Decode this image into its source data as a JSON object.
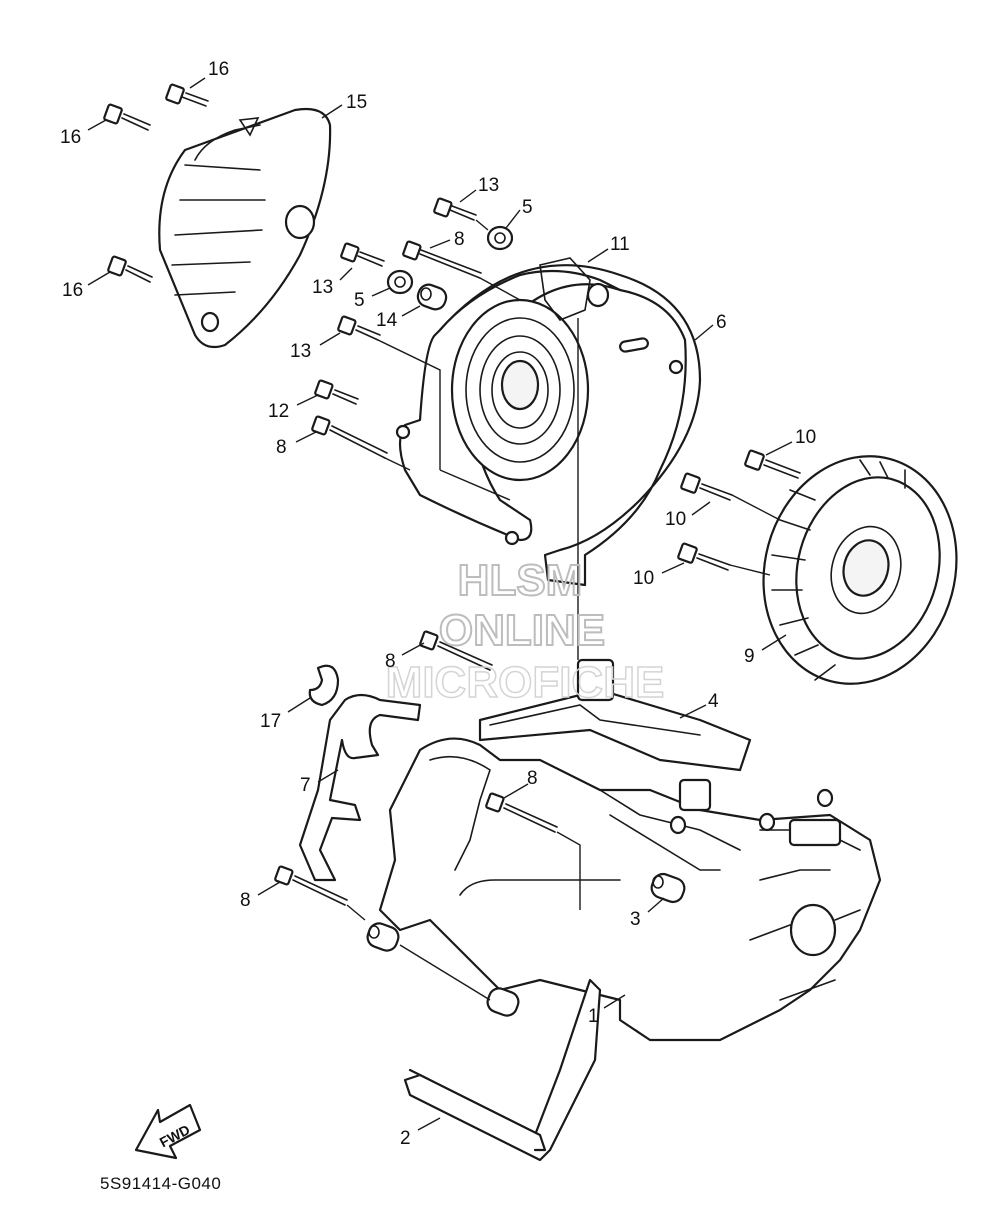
{
  "watermark": {
    "line1": "HLSM",
    "line2": "ONLINE",
    "line3": "MICROFICHE"
  },
  "diagram_code": "5S91414-G040",
  "direction_label": "FWD",
  "callouts": {
    "c1": "1",
    "c2": "2",
    "c3": "3",
    "c4": "4",
    "c5a": "5",
    "c5b": "5",
    "c6": "6",
    "c7": "7",
    "c8a": "8",
    "c8b": "8",
    "c8c": "8",
    "c8d": "8",
    "c8e": "8",
    "c9": "9",
    "c10a": "10",
    "c10b": "10",
    "c10c": "10",
    "c11": "11",
    "c12": "12",
    "c13a": "13",
    "c13b": "13",
    "c13c": "13",
    "c14": "14",
    "c15": "15",
    "c16a": "16",
    "c16b": "16",
    "c16c": "16",
    "c17": "17"
  }
}
